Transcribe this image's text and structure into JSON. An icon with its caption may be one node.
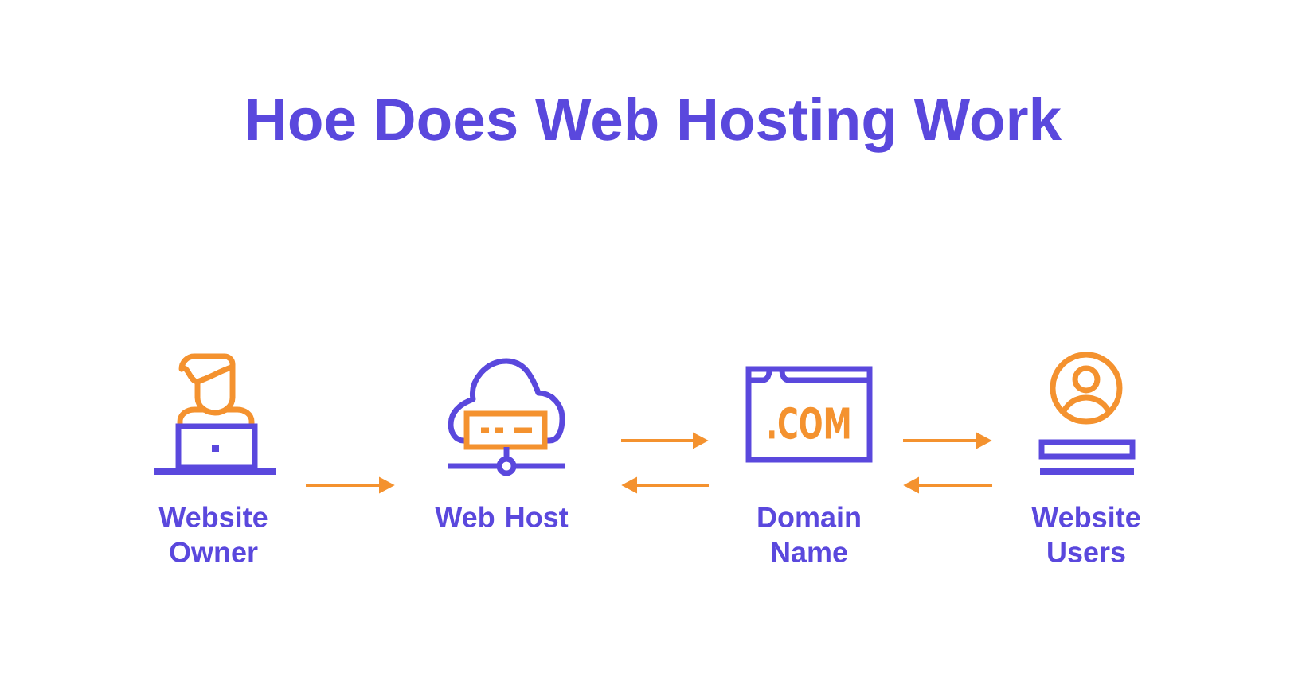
{
  "diagram": {
    "title": "Hoe Does Web Hosting Work",
    "nodes": [
      {
        "text": [
          "Website Owner"
        ]
      },
      {
        "text": [
          "Web Host"
        ]
      },
      {
        "text": [
          ".COM",
          "Domain Name"
        ]
      },
      {
        "text": [
          "Website Users"
        ]
      }
    ],
    "edges": [
      {
        "from": 0,
        "to": 1,
        "arrow": "to"
      },
      {
        "from": 1,
        "to": 2,
        "arrow": "to"
      },
      {
        "from": 2,
        "to": 1,
        "arrow": "to"
      },
      {
        "from": 2,
        "to": 3,
        "arrow": "to"
      },
      {
        "from": 3,
        "to": 2,
        "arrow": "to"
      }
    ]
  }
}
